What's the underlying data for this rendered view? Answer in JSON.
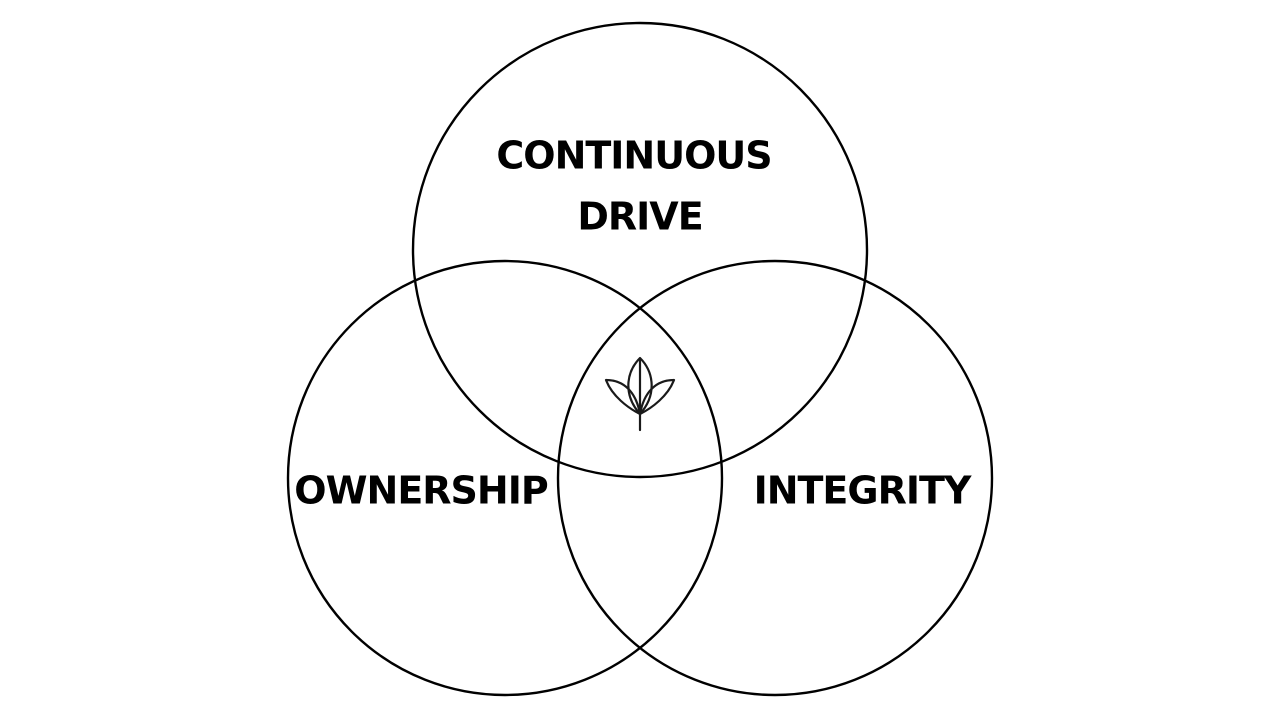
{
  "diagram": {
    "type": "venn",
    "sets": [
      {
        "id": "top",
        "label_lines": [
          "CONTINUOUS",
          "DRIVE"
        ]
      },
      {
        "id": "left",
        "label_lines": [
          "OWNERSHIP"
        ]
      },
      {
        "id": "right",
        "label_lines": [
          "INTEGRITY"
        ]
      }
    ],
    "center_icon": "leaf-sprout-icon",
    "stroke_color": "#000000",
    "background_color": "#ffffff"
  }
}
